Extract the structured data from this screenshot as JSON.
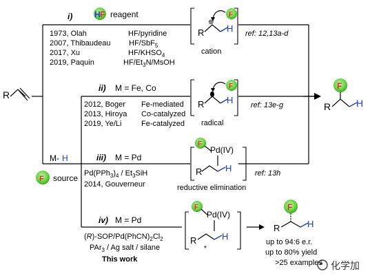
{
  "colors": {
    "fluorine_ball": "#5fd43a",
    "fluorine_ball_core": "#c9f5b0",
    "letter_F": "#e6262a",
    "hydrogen": "#1a3ccc",
    "line": "#000000"
  },
  "route1": {
    "num": "i)",
    "hf_H": "H",
    "hf_F": "F",
    "reagent": "reagent",
    "refs": [
      {
        "year": "1973, Olah",
        "reagent": "HF/pyridine"
      },
      {
        "year": "2007, Thibaudeau",
        "reagent": "HF/SbF5"
      },
      {
        "year": "2017, Xu",
        "reagent": "HF/KHSO4"
      },
      {
        "year": "2019, Paquin",
        "reagent": "HF/Et3N/MsOH"
      }
    ],
    "intermediate_label": "cation",
    "plus": "⊕",
    "ref": "ref: 12,13a-d"
  },
  "route2": {
    "num": "ii)",
    "metal": "M = Fe, Co",
    "refs": [
      {
        "year": "2012, Boger",
        "note": "Fe-mediated"
      },
      {
        "year": "2013, Hiroya",
        "note": "Co-catalyzed"
      },
      {
        "year": "2019, Ye/Li",
        "note": "Fe-catalyzed"
      }
    ],
    "intermediate_label": "radical",
    "ref": "ref: 13e-g"
  },
  "route3": {
    "num": "iii)",
    "metal": "M = Pd",
    "catalyst": "Pd(PPh3)4 / Et3SiH",
    "year": "2014, Gouverneur",
    "pd_label": "Pd(IV)",
    "intermediate_label": "reductive elimination",
    "ref": "ref: 13h"
  },
  "route4": {
    "num": "iv)",
    "metal": "M = Pd",
    "catalyst": "(R)-SOP/Pd(PhCN)2Cl2",
    "additives": "PAr3 / Ag salt / silane",
    "this_work": "This work",
    "pd_label": "Pd(IV)",
    "stereo": "*",
    "results": [
      "up to 94:6 e.r.",
      "up to 80% yield",
      ">25 examples"
    ]
  },
  "atoms": {
    "R": "R",
    "H": "H",
    "F": "F"
  },
  "sources": {
    "mh_M": "M-",
    "mh_H": "H",
    "source": "source"
  },
  "watermark": "化学加"
}
